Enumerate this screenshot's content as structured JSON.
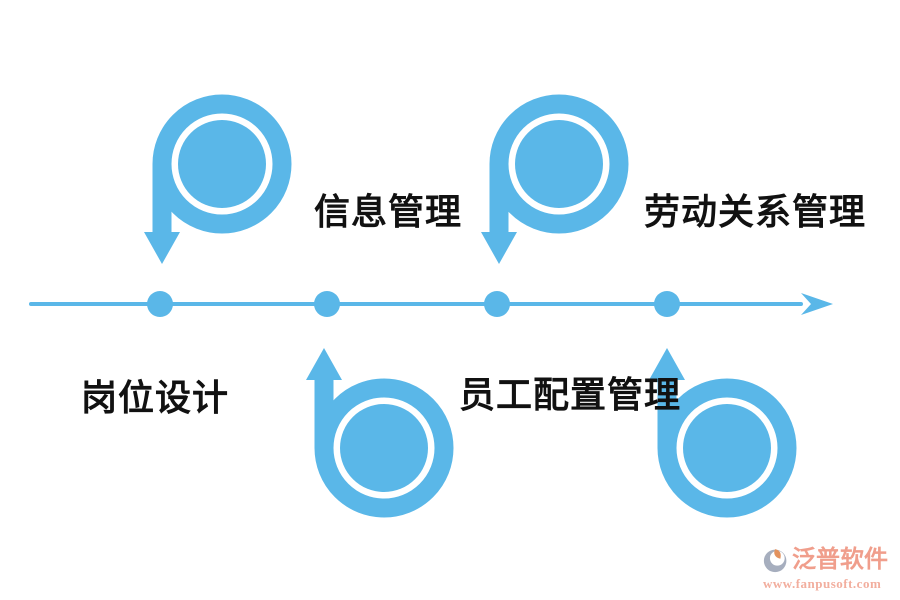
{
  "colors": {
    "accent_blue": "#5ab7e8",
    "label_text": "#111111",
    "watermark_brand_color": "#ee8e78",
    "watermark_url_color": "#f0a18e"
  },
  "timeline": {
    "direction": "left-to-right",
    "dots": 4,
    "items": [
      {
        "label": "岗位设计",
        "marker": "spiral-arrow-down",
        "label_side": "bottom"
      },
      {
        "label": "信息管理",
        "marker": "spiral-arrow-up",
        "label_side": "top"
      },
      {
        "label": "员工配置管理",
        "marker": "spiral-arrow-down",
        "label_side": "bottom"
      },
      {
        "label": "劳动关系管理",
        "marker": "spiral-arrow-up",
        "label_side": "top"
      }
    ]
  },
  "watermark": {
    "brand": "泛普软件",
    "url": "www.fanpusoft.com"
  }
}
